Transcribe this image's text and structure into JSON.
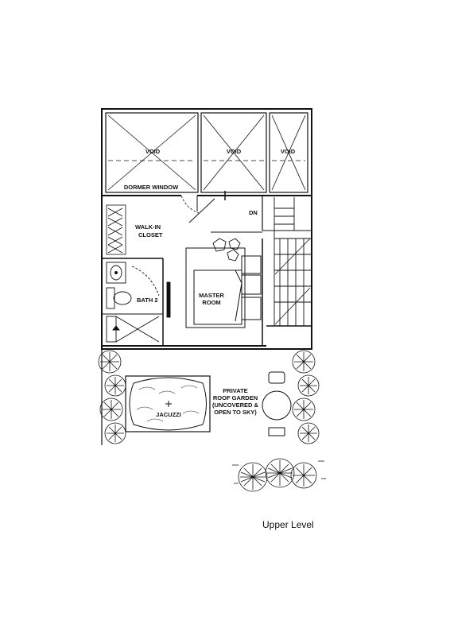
{
  "labels": {
    "void_1": "VOID",
    "void_2": "VOID",
    "void_3": "VOID",
    "dormer_window": "DORMER WINDOW",
    "dn": "DN",
    "walk_in_closet_line1": "WALK-IN",
    "walk_in_closet_line2": "CLOSET",
    "bath_2": "BATH 2",
    "master_room_line1": "MASTER",
    "master_room_line2": "ROOM",
    "roof_garden_line1": "PRIVATE",
    "roof_garden_line2": "ROOF GARDEN",
    "roof_garden_line3": "(UNCOVERED &",
    "roof_garden_line4": "OPEN TO SKY)",
    "jacuzzi": "JACUZZI"
  },
  "caption": "Upper Level"
}
